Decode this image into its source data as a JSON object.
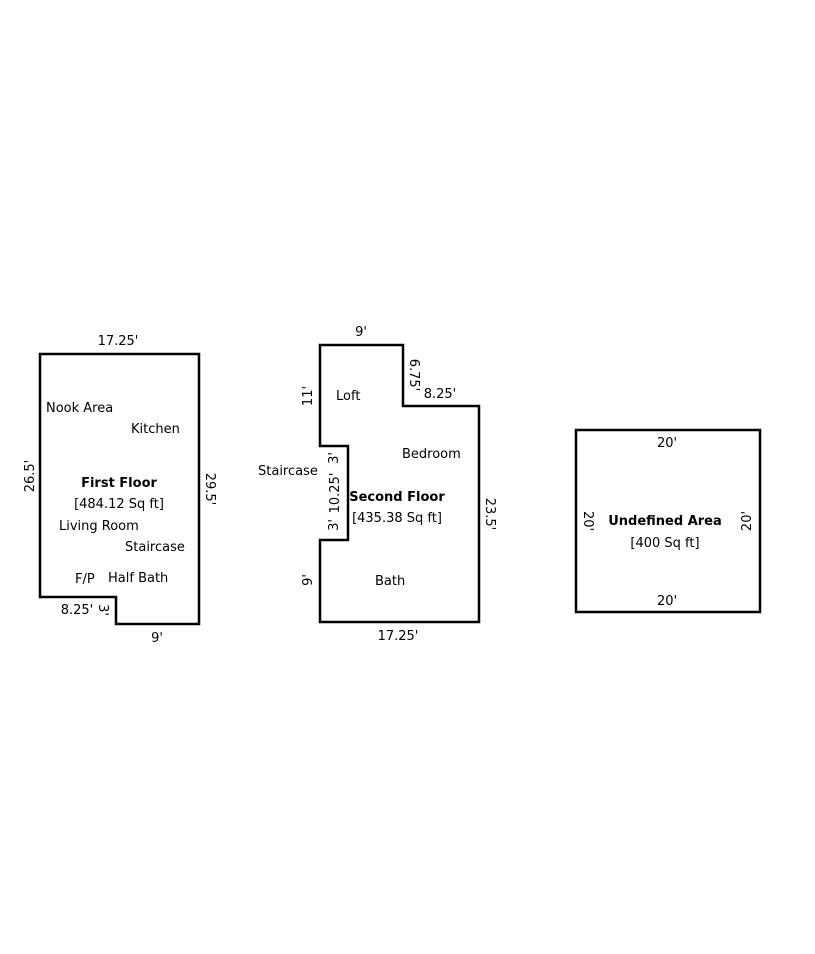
{
  "first_floor": {
    "name": "First Floor",
    "area": "[484.12 Sq ft]",
    "rooms": [
      "Nook Area",
      "Kitchen",
      "Living Room",
      "Staircase",
      "F/P",
      "Half Bath"
    ],
    "dimensions": {
      "top": "17.25'",
      "left": "26.5'",
      "right": "29.5'",
      "notch_horizontal": "8.25'",
      "notch_vertical": "3'",
      "bottom": "9'"
    }
  },
  "second_floor": {
    "name": "Second Floor",
    "area": "[435.38 Sq ft]",
    "rooms": [
      "Loft",
      "Bedroom",
      "Staircase",
      "Bath"
    ],
    "dimensions": {
      "top": "9'",
      "left_upper": "11'",
      "step_vertical": "6.75'",
      "step_horizontal": "8.25'",
      "stair_top": "3'",
      "stair_side": "10.25'",
      "stair_bottom": "3'",
      "left_lower": "9'",
      "right": "23.5'",
      "bottom": "17.25'"
    }
  },
  "undefined_area": {
    "name": "Undefined Area",
    "area": "[400 Sq ft]",
    "dimensions": {
      "top": "20'",
      "bottom": "20'",
      "left": "20'",
      "right": "20'"
    }
  }
}
